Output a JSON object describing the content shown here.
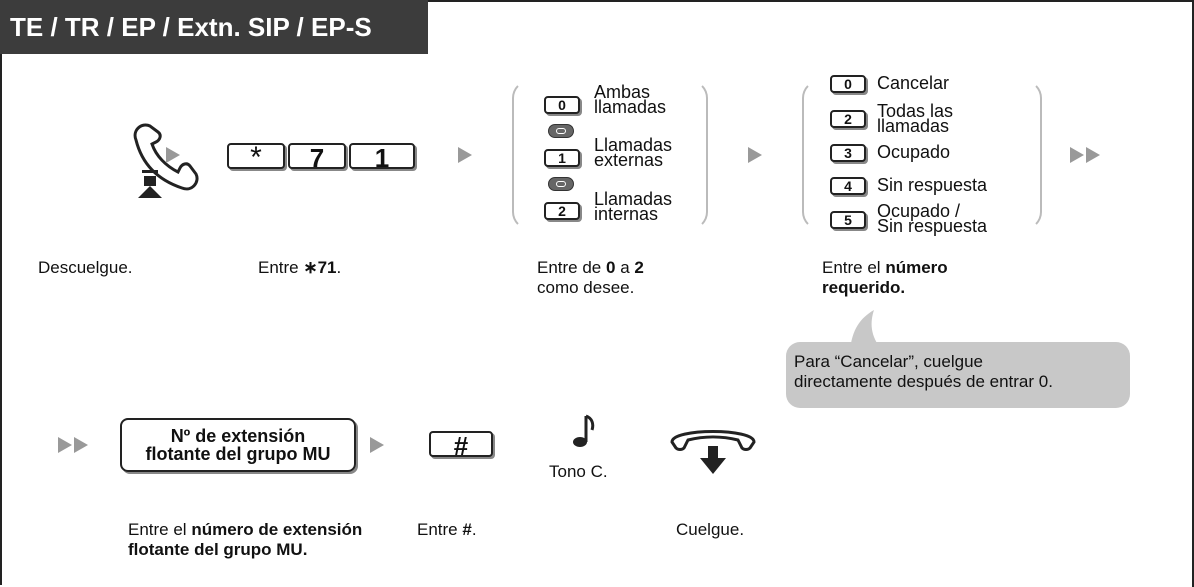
{
  "header": {
    "title": "TE / TR / EP / Extn. SIP / EP-S"
  },
  "step1": {
    "caption": "Descuelgue."
  },
  "step2": {
    "keys": [
      "*",
      "7",
      "1"
    ],
    "caption_prefix": "Entre ",
    "caption_code": "∗71",
    "caption_suffix": "."
  },
  "step3": {
    "options": [
      {
        "key": "0",
        "label_line1": "Ambas",
        "label_line2": "llamadas"
      },
      {
        "key": "1",
        "label_line1": "Llamadas",
        "label_line2": "externas"
      },
      {
        "key": "2",
        "label_line1": "Llamadas",
        "label_line2": "internas"
      }
    ],
    "caption_pre": "Entre de ",
    "caption_from": "0",
    "caption_mid": " a ",
    "caption_to": "2",
    "caption_line2": "como desee."
  },
  "step4": {
    "options": [
      {
        "key": "0",
        "label_line1": "Cancelar",
        "label_line2": ""
      },
      {
        "key": "2",
        "label_line1": "Todas las",
        "label_line2": "llamadas"
      },
      {
        "key": "3",
        "label_line1": "Ocupado",
        "label_line2": ""
      },
      {
        "key": "4",
        "label_line1": "Sin respuesta",
        "label_line2": ""
      },
      {
        "key": "5",
        "label_line1": "Ocupado /",
        "label_line2": "Sin respuesta"
      }
    ],
    "caption_pre": "Entre el ",
    "caption_bold1": "número",
    "caption_bold2": "requerido."
  },
  "note": {
    "line1": "Para “Cancelar”, cuelgue",
    "line2": "directamente después de entrar 0."
  },
  "step5": {
    "box_line1": "Nº de extensión",
    "box_line2": "flotante del grupo MU",
    "caption_pre": "Entre el ",
    "caption_bold1": "número de extensión",
    "caption_bold2": "flotante del grupo MU."
  },
  "step6": {
    "key": "#",
    "caption_pre": "Entre ",
    "caption_bold": "#",
    "caption_suffix": "."
  },
  "step7": {
    "caption": "Tono C."
  },
  "step8": {
    "caption": "Cuelgue."
  }
}
